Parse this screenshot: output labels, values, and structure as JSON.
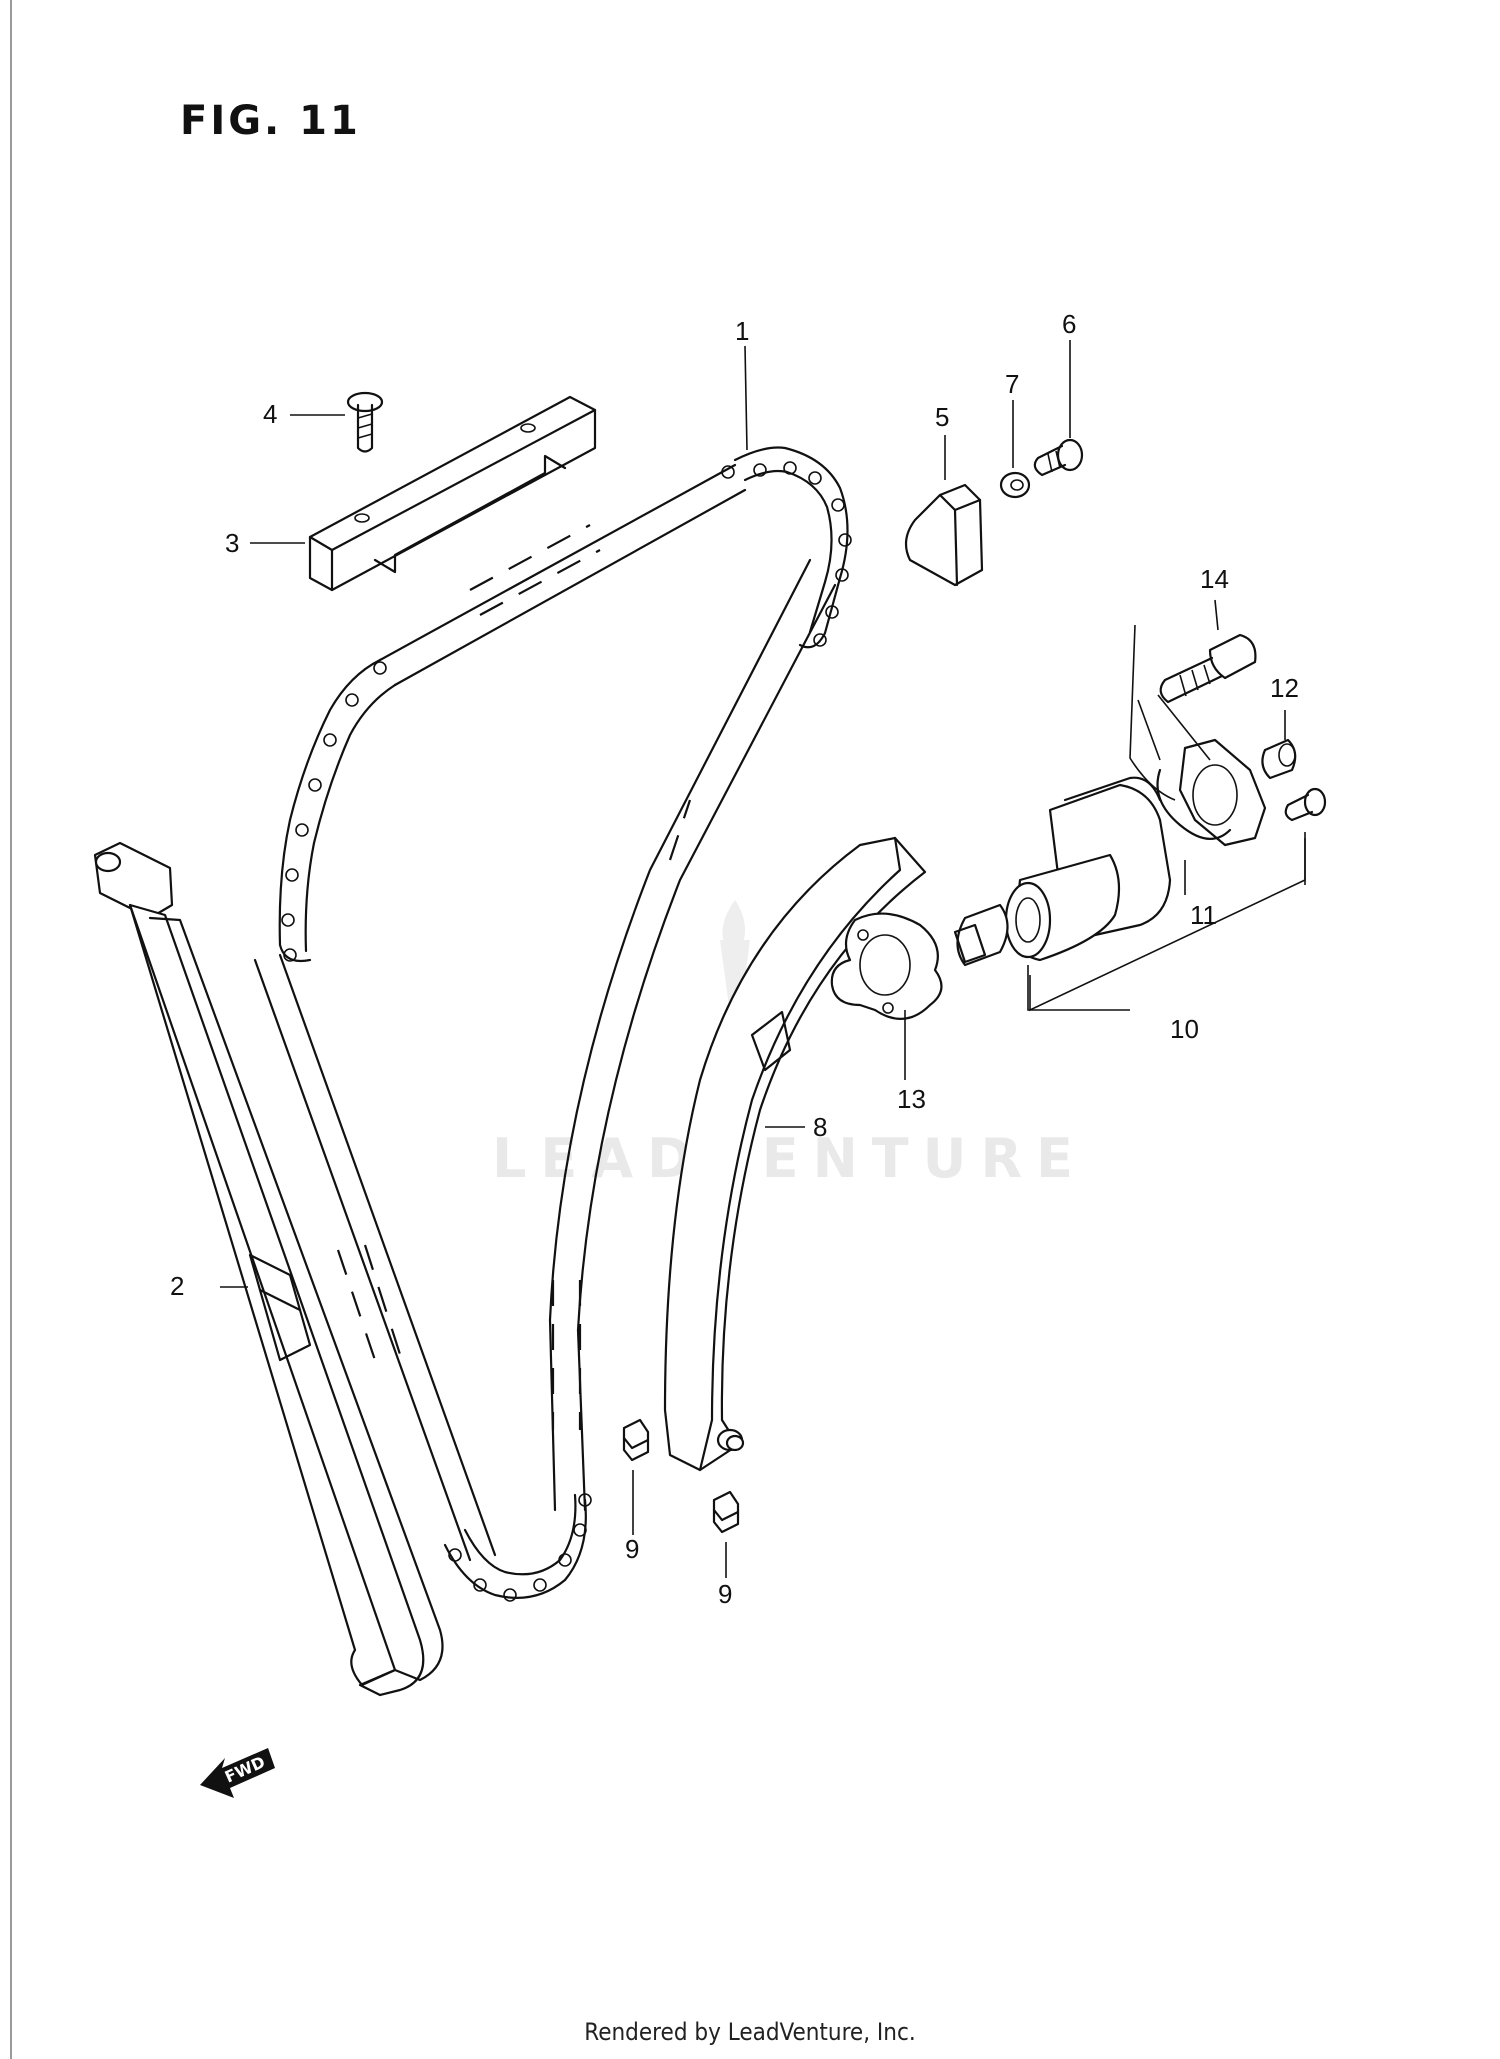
{
  "figure_title": "FIG. 11",
  "footer_text": "Rendered by LeadVenture, Inc.",
  "watermark_text": "LEADVENTURE",
  "fwd_label": "FWD",
  "callouts": [
    "1",
    "2",
    "3",
    "4",
    "5",
    "6",
    "7",
    "8",
    "9",
    "9",
    "10",
    "11",
    "12",
    "13",
    "14"
  ]
}
